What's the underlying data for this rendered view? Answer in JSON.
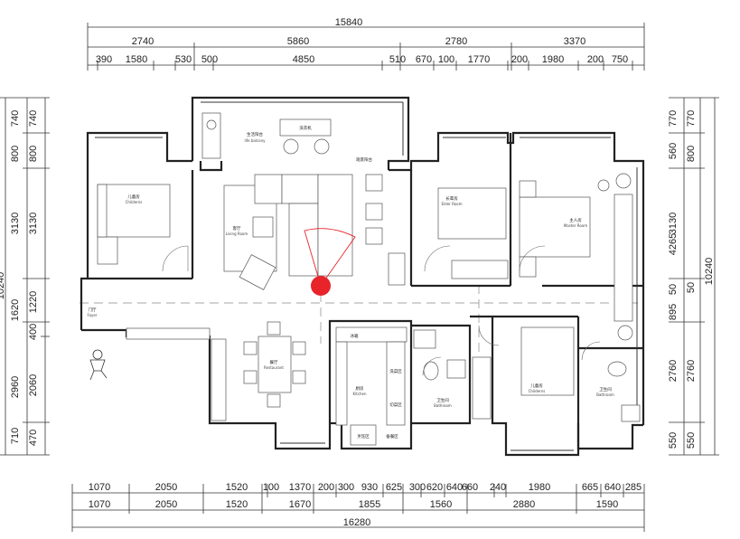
{
  "dimensions": {
    "top_total": "15840",
    "top_row1": [
      "2740",
      "5860",
      "2780",
      "3370"
    ],
    "top_row2": [
      "390",
      "1580",
      "530",
      "500",
      "4850",
      "510",
      "670",
      "100",
      "1770",
      "200",
      "1980",
      "200",
      "750"
    ],
    "bottom_row1": [
      "1070",
      "2050",
      "1520",
      "100",
      "1370",
      "200",
      "300",
      "930",
      "625",
      "300",
      "620",
      "640",
      "660",
      "240",
      "1980",
      "665",
      "640",
      "285"
    ],
    "bottom_row2": [
      "1070",
      "2050",
      "1520",
      "1670",
      "1855",
      "1560",
      "2880",
      "1590"
    ],
    "bottom_total": "16280",
    "left_outer": [
      "740",
      "800",
      "3130",
      "1620",
      "2960",
      "710"
    ],
    "left_inner": [
      "740",
      "800",
      "3130",
      "1220",
      "400",
      "2060",
      "470"
    ],
    "left_total": "10240",
    "right_outer": [
      "770",
      "560",
      "3130",
      "4265",
      "50",
      "895",
      "2760",
      "550"
    ],
    "right_inner": [
      "770",
      "800",
      "50",
      "2760",
      "550"
    ],
    "right_total": "10240"
  },
  "rooms": {
    "life_balcony": {
      "cn": "生活阳台",
      "en": "life balcony"
    },
    "washer": {
      "cn": "洗衣机"
    },
    "kitchen_balcony": {
      "cn": "观景阳台"
    },
    "children_room_1": {
      "cn": "儿童房",
      "en": "Childerns"
    },
    "living_room": {
      "cn": "客厅",
      "en": "Living Room"
    },
    "elder_room": {
      "cn": "长辈房",
      "en": "Elder Room"
    },
    "master_room": {
      "cn": "主人房",
      "en": "Master Room"
    },
    "foyer": {
      "cn": "门厅",
      "en": "Foyer"
    },
    "restaurant": {
      "cn": "餐厅",
      "en": "Restaurant"
    },
    "kitchen": {
      "cn": "厨房",
      "en": "Kitchen"
    },
    "fridge": {
      "cn": "冰箱"
    },
    "sink_zone": {
      "cn": "洗菜区"
    },
    "cook_zone": {
      "cn": "切菜区"
    },
    "stove_zone": {
      "cn": "烹饪区"
    },
    "prep_zone": {
      "cn": "备餐区"
    },
    "bathroom_1": {
      "cn": "卫生间",
      "en": "Bathroom"
    },
    "children_room_2": {
      "cn": "儿童房",
      "en": "Childerns"
    },
    "bathroom_2": {
      "cn": "卫生间",
      "en": "Bathroom"
    }
  },
  "viewpoint": {
    "color": "#e8232a"
  }
}
